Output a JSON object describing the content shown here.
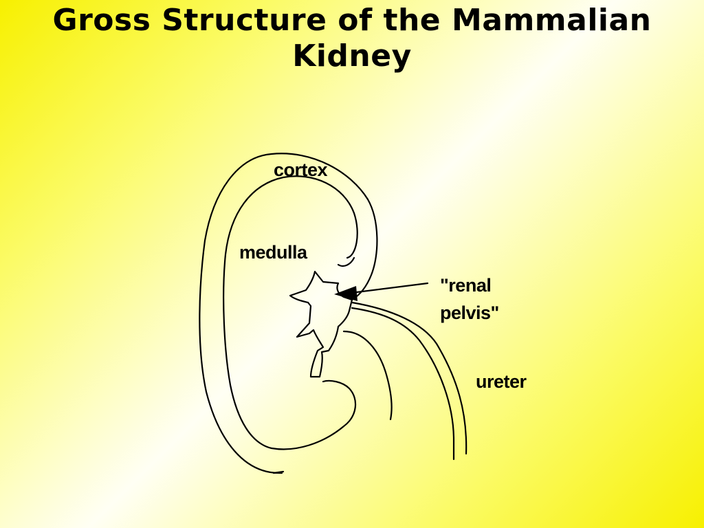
{
  "title": {
    "line1": "Gross Structure of the Mammalian",
    "line2": "Kidney"
  },
  "labels": {
    "cortex": "cortex",
    "medulla": "medulla",
    "renal_pelvis_line1": "\"renal",
    "renal_pelvis_line2": "pelvis\"",
    "ureter": "ureter"
  }
}
